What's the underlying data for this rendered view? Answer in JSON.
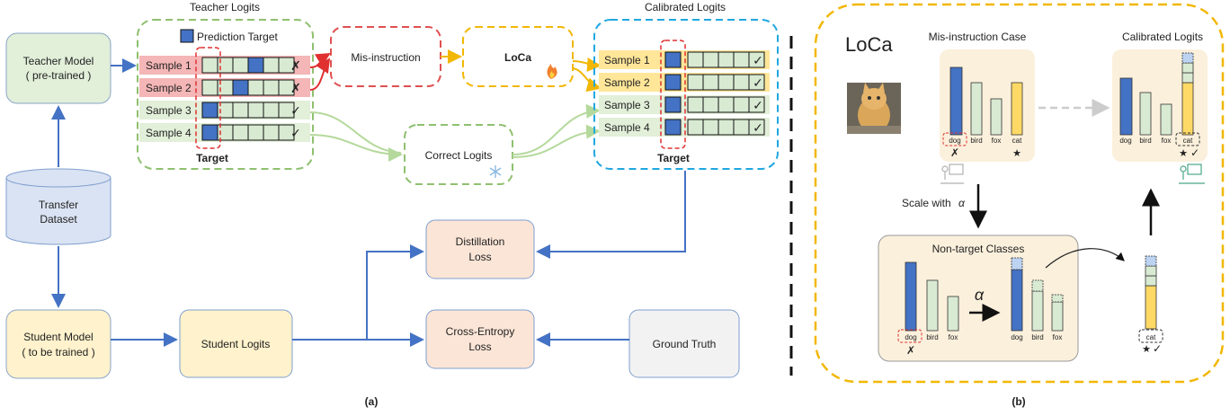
{
  "panel_a": {
    "caption": "(a)",
    "teacher_model": "Teacher Model",
    "teacher_model_sub": "( pre-trained )",
    "transfer_dataset_1": "Transfer",
    "transfer_dataset_2": "Dataset",
    "student_model": "Student Model",
    "student_model_sub": "( to be trained )",
    "student_logits": "Student Logits",
    "teacher_logits_title": "Teacher Logits",
    "prediction_target": "Prediction Target",
    "samples": [
      "Sample 1",
      "Sample 2",
      "Sample 3",
      "Sample 4"
    ],
    "target_label": "Target",
    "mis_instruction": "Mis-instruction",
    "loca": "LoCa",
    "correct_logits": "Correct Logits",
    "calibrated_logits_title": "Calibrated Logits",
    "calibrated_target_label": "Target",
    "distillation_loss_1": "Distillation",
    "distillation_loss_2": "Loss",
    "cross_entropy_loss_1": "Cross-Entropy",
    "cross_entropy_loss_2": "Loss",
    "ground_truth": "Ground Truth",
    "cross_mark": "✗",
    "check_mark": "✓"
  },
  "panel_b": {
    "caption": "(b)",
    "title": "LoCa",
    "mis_instruction_case": "Mis-instruction Case",
    "calibrated_logits": "Calibrated Logits",
    "scale_with": "Scale with",
    "alpha": "α",
    "non_target_classes": "Non-target Classes",
    "classes": [
      "dog",
      "bird",
      "fox",
      "cat"
    ],
    "alpha_big": "α"
  },
  "colors": {
    "blue": "#4472c4",
    "green_cell": "#d9ead3",
    "red_sample": "#f4b6b6",
    "yellow": "#ffd966",
    "teacher_box": "#e2efd9",
    "dataset": "#dae3f3",
    "student_box": "#fff2cc",
    "loss_box": "#fbe5d6",
    "gt_box": "#f2f2f2",
    "arrow": "#4472c4",
    "green_dash": "#8fc06f",
    "red_dash": "#e05050",
    "yellow_dash": "#f2b705",
    "blue_dash": "#1fa7e0"
  }
}
